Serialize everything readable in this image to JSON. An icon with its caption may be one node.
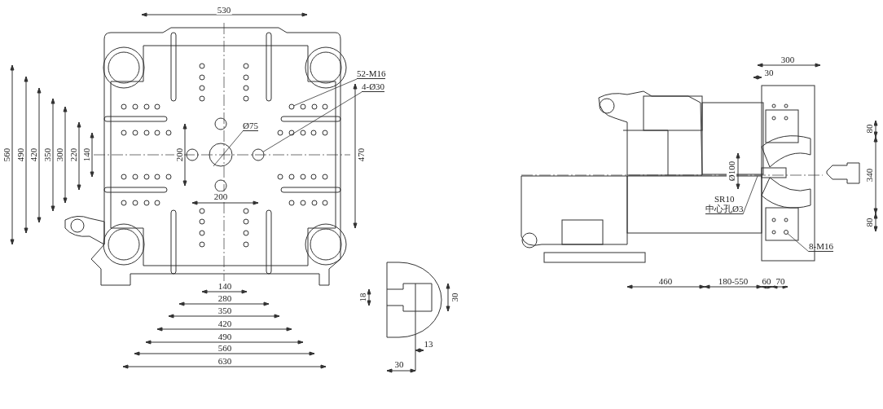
{
  "diagram": {
    "nodes": [
      {
        "text": [
          "52-M16"
        ]
      },
      {
        "text": [
          "4-Ø30"
        ]
      },
      {
        "text": [
          "Ø75"
        ]
      },
      {
        "text": [
          "SR10",
          "中心孔Ø3"
        ]
      },
      {
        "text": [
          "8-M16"
        ]
      },
      {
        "text": [],
        "shape": "circle"
      },
      {
        "text": [],
        "shape": "circle"
      },
      {
        "text": [],
        "shape": "circle"
      }
    ],
    "edges": [
      {
        "from": 0,
        "to": 5,
        "arrow": "none"
      },
      {
        "from": 1,
        "to": 6,
        "arrow": "none"
      },
      {
        "from": 2,
        "to": null,
        "arrow": "none"
      },
      {
        "from": 3,
        "to": null,
        "arrow": "none"
      },
      {
        "from": 4,
        "to": 7,
        "arrow": "none"
      }
    ],
    "labels": [
      "530",
      "560",
      "490",
      "420",
      "350",
      "300",
      "220",
      "140",
      "200",
      "470",
      "200",
      "140",
      "280",
      "350",
      "420",
      "490",
      "560",
      "630",
      "18",
      "30",
      "13",
      "30",
      "300",
      "30",
      "80",
      "Ø100",
      "340",
      "80",
      "460",
      "180-550",
      "60",
      "70"
    ]
  }
}
